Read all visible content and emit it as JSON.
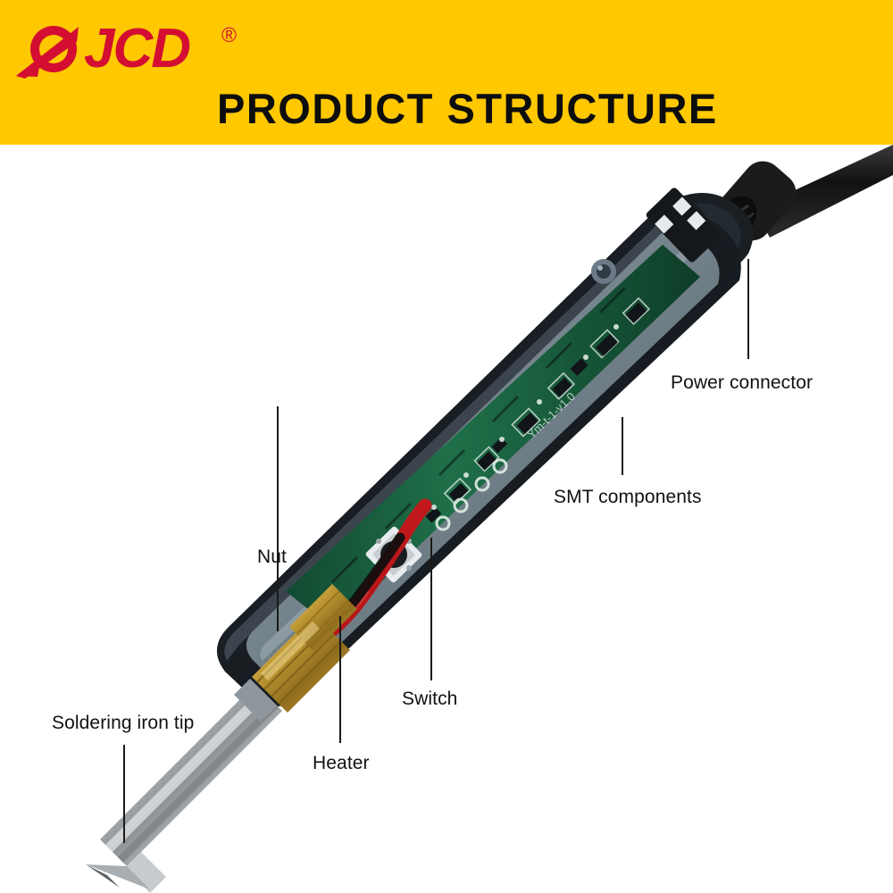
{
  "header": {
    "brand_name": "JCD",
    "registered_symbol": "®",
    "logo_icon": "jcd-circle-slash-logo",
    "title": "PRODUCT STRUCTURE",
    "banner_color": "#ffc800",
    "brand_color": "#d40e33",
    "title_color": "#0d0d0d"
  },
  "product": {
    "name": "soldering-iron",
    "pcb_silkscreen": "Ym-t-1-v1.0",
    "colors": {
      "handle_shell": "#2b3138",
      "handle_inner": "#7c8a93",
      "pcb_green": "#1d6b47",
      "brass_nut": "#c49a2e",
      "tip_chrome": "#b9bcbe",
      "wire_red": "#cc1f22",
      "cable_black": "#141414"
    }
  },
  "callouts": [
    {
      "id": "power-connector",
      "label": "Power connector"
    },
    {
      "id": "smt-components",
      "label": "SMT components"
    },
    {
      "id": "switch",
      "label": "Switch"
    },
    {
      "id": "nut",
      "label": "Nut"
    },
    {
      "id": "heater",
      "label": "Heater"
    },
    {
      "id": "soldering-iron-tip",
      "label": "Soldering iron tip"
    }
  ]
}
